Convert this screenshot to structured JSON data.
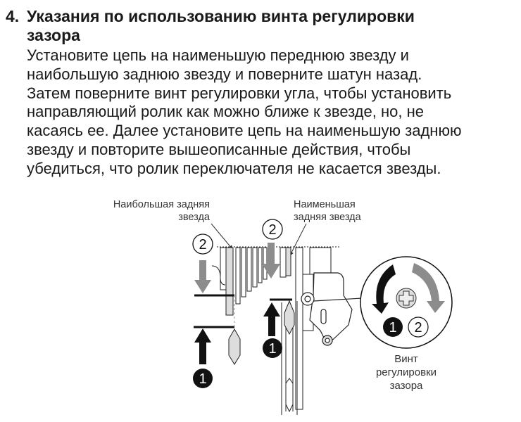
{
  "section": {
    "number": "4.",
    "title_lines": [
      "Указания по использованию винта регулировки",
      "зазора"
    ],
    "body_lines": [
      "Установите цепь на наименьшую переднюю звезду и",
      "наибольшую заднюю звезду и поверните шатун назад.",
      "Затем поверните винт регулировки угла, чтобы установить",
      "направляющий ролик как можно ближе к звезде, но, не",
      "касаясь ее. Далее установите цепь на наименьшую заднюю",
      "звезду и повторите вышеописанные действия, чтобы",
      "убедиться, что ролик переключателя не касается звезды."
    ]
  },
  "diagram": {
    "label_largest": [
      "Наибольшая задняя",
      "звезда"
    ],
    "label_smallest": [
      "Наименьшая",
      "задняя звезда"
    ],
    "screw_caption": [
      "Винт",
      "регулировки",
      "зазора"
    ],
    "step1": "1",
    "step2": "2",
    "colors": {
      "black": "#111111",
      "gray": "#8c8c8c",
      "light": "#dcdcdc"
    }
  }
}
